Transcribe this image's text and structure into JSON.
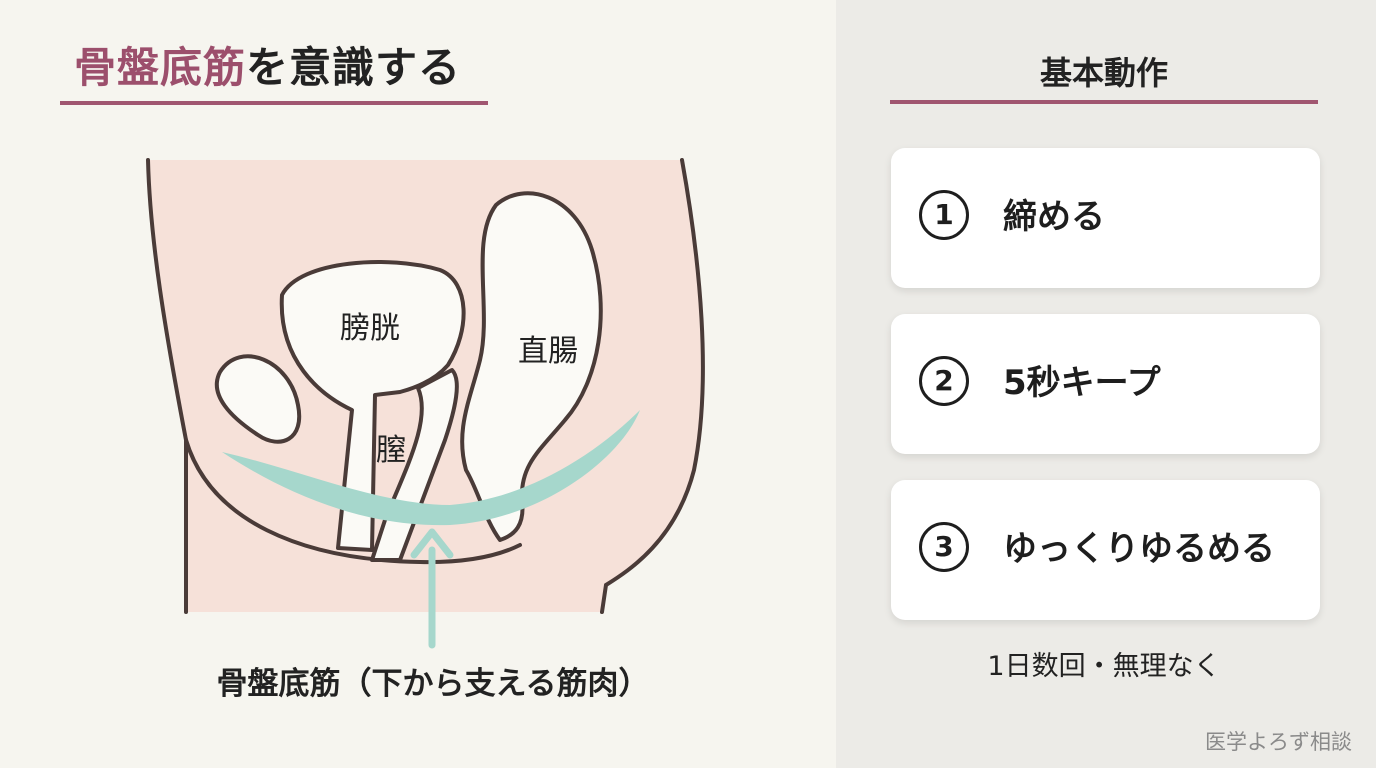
{
  "header": {
    "title_accent": "骨盤底筋",
    "title_rest": "を意識する"
  },
  "diagram": {
    "labels": {
      "bladder": "膀胱",
      "vagina": "膣",
      "rectum": "直腸"
    },
    "caption": "骨盤底筋（下から支える筋肉）"
  },
  "steps": {
    "title": "基本動作",
    "items": [
      {
        "number": "1",
        "label": "締める"
      },
      {
        "number": "2",
        "label": "5秒キープ"
      },
      {
        "number": "3",
        "label": "ゆっくりゆるめる"
      }
    ],
    "note": "1日数回・無理なく"
  },
  "footer": {
    "watermark": "医学よろず相談"
  },
  "colors": {
    "accent": "#9c4f6c",
    "muscle": "#a6d7cc",
    "body_fill": "#f6e1d9",
    "outline": "#4a3b38",
    "left_bg": "#f6f5ef",
    "right_bg": "#ecebe7"
  }
}
